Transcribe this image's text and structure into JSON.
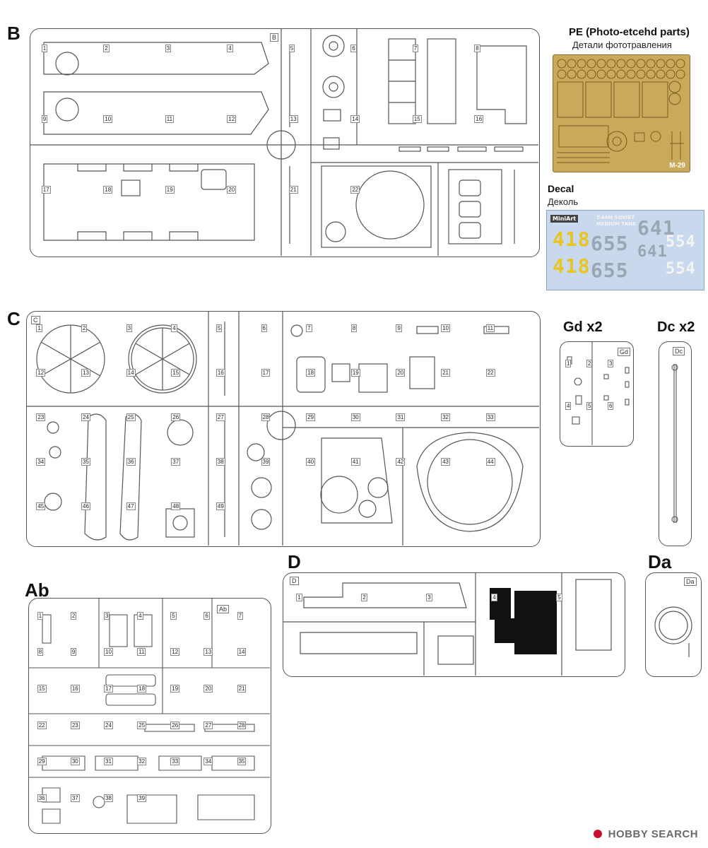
{
  "sprues": {
    "B": {
      "label": "B",
      "tag": "B"
    },
    "C": {
      "label": "C",
      "tag": "C"
    },
    "Gd": {
      "label": "Gd x2",
      "tag": "Gd"
    },
    "Dc": {
      "label": "Dc x2",
      "tag": "Dc"
    },
    "D": {
      "label": "D",
      "tag": "D"
    },
    "Da": {
      "label": "Da",
      "tag": "Da"
    },
    "Ab": {
      "label": "Ab",
      "tag": "Ab"
    }
  },
  "pe": {
    "title": "PE (Photo-etcehd parts)",
    "subtitle": "Детали фототравления",
    "sheet_code": "M-29"
  },
  "decal": {
    "title": "Decal",
    "subtitle": "Деколь",
    "brand": "MiniArt",
    "caption_line1": "T-44M SOVIET",
    "caption_line2": "MEDIUM TANK",
    "numbers": [
      "418",
      "655",
      "641",
      "554",
      "418",
      "655",
      "641",
      "554"
    ]
  },
  "watermark": {
    "text": "HOBBY SEARCH"
  },
  "part_numbers": {
    "B": [
      "1",
      "2",
      "3",
      "4",
      "5",
      "6",
      "7",
      "8",
      "9",
      "10",
      "11",
      "12",
      "13",
      "14",
      "15",
      "16",
      "17",
      "18",
      "19",
      "20",
      "21",
      "22"
    ],
    "C": [
      "1",
      "2",
      "3",
      "4",
      "5",
      "6",
      "7",
      "8",
      "9",
      "10",
      "11",
      "12",
      "13",
      "14",
      "15",
      "16",
      "17",
      "18",
      "19",
      "20",
      "21",
      "22",
      "23",
      "24",
      "25",
      "26",
      "27",
      "28",
      "29",
      "30",
      "31",
      "32",
      "33",
      "34",
      "35",
      "36",
      "37",
      "38",
      "39",
      "40",
      "41",
      "42",
      "43",
      "44",
      "45",
      "46",
      "47",
      "48",
      "49"
    ],
    "Gd": [
      "1",
      "2",
      "3",
      "4",
      "5",
      "6"
    ],
    "D": [
      "1",
      "2",
      "3",
      "4",
      "5"
    ],
    "Ab": [
      "1",
      "2",
      "3",
      "4",
      "5",
      "6",
      "7",
      "8",
      "9",
      "10",
      "11",
      "12",
      "13",
      "14",
      "15",
      "16",
      "17",
      "18",
      "19",
      "20",
      "21",
      "22",
      "23",
      "24",
      "25",
      "26",
      "27",
      "28",
      "29",
      "30",
      "31",
      "32",
      "33",
      "34",
      "35",
      "36",
      "37",
      "38",
      "39"
    ]
  },
  "colors": {
    "sprue_line": "#555555",
    "pe_brass": "#c9a95a",
    "decal_bg": "#c8d9ee",
    "decal_yellow": "#e8c520",
    "decal_white": "#f4f4f4",
    "decal_dark": "#9aa6b2",
    "watermark_red": "#c8102e"
  }
}
